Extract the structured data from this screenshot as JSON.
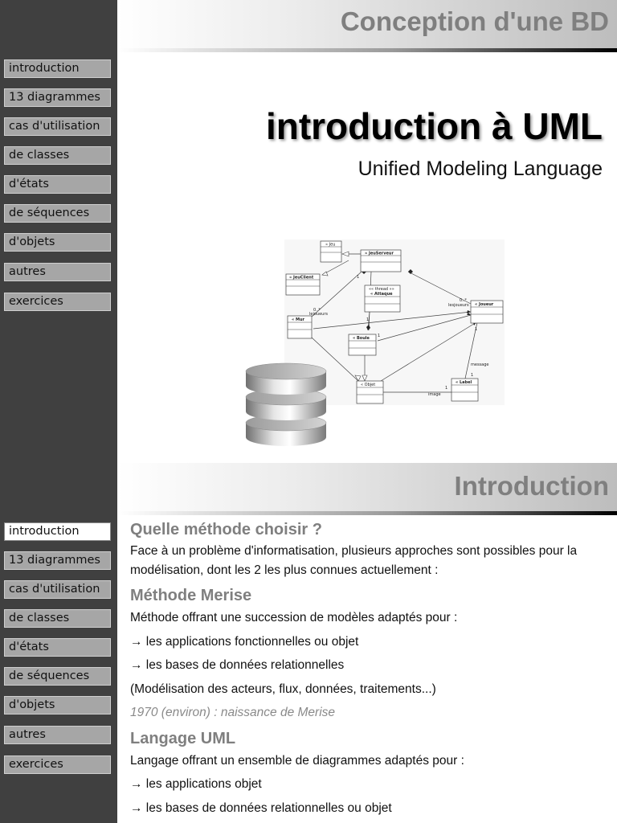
{
  "slide1": {
    "header_title": "Conception d'une BD",
    "title": "introduction à UML",
    "subtitle": "Unified Modeling Language",
    "nav": [
      {
        "label": "introduction"
      },
      {
        "label": "13 diagrammes"
      },
      {
        "label": "cas d'utilisation"
      },
      {
        "label": "de classes"
      },
      {
        "label": "d'états"
      },
      {
        "label": "de séquences"
      },
      {
        "label": "d'objets"
      },
      {
        "label": "autres"
      },
      {
        "label": "exercices"
      }
    ],
    "uml": {
      "classes": {
        "jeu": "« Jeu",
        "jeuserveur": "« JeuServeur",
        "jeuclient": "« JeuClient",
        "attaque_stereo": "«« thread »»",
        "attaque": "« Attaque",
        "joueur": "« Joueur",
        "mur": "« Mur",
        "boule": "« Boule",
        "objet": "« Objet",
        "label": "« Label"
      },
      "annotations": {
        "lejoueurs_left": "lejoueurs",
        "mult_0n_left": "0..*",
        "lesjoueurs_right": "lesjoueurs",
        "mult_0n_right": "0..*",
        "message": "message",
        "image": "image",
        "one_a": "1",
        "one_b": "1",
        "one_c": "1",
        "one_d": "1",
        "one_e": "1",
        "one_f": "1"
      }
    }
  },
  "slide2": {
    "header_title": "Introduction",
    "active_index": 0,
    "nav": [
      {
        "label": "introduction"
      },
      {
        "label": "13 diagrammes"
      },
      {
        "label": "cas d'utilisation"
      },
      {
        "label": "de classes"
      },
      {
        "label": "d'états"
      },
      {
        "label": "de séquences"
      },
      {
        "label": "d'objets"
      },
      {
        "label": "autres"
      },
      {
        "label": "exercices"
      }
    ],
    "section1_title": "Quelle méthode choisir ?",
    "section1_text": "Face à un problème d'informatisation, plusieurs approches sont possibles pour la modélisation, dont les 2 les plus connues actuellement :",
    "section2_title": "Méthode Merise",
    "section2_intro": "Méthode offrant une succession de modèles adaptés pour :",
    "section2_item1": "→ les applications fonctionnelles ou objet",
    "section2_item2": "→ les bases de données relationnelles",
    "section2_note": "(Modélisation des acteurs, flux, données, traitements...)",
    "section2_date": "1970 (environ) : naissance de Merise",
    "section3_title": "Langage UML",
    "section3_intro": "Langage offrant un ensemble de diagrammes adaptés pour :",
    "section3_item1": "→ les applications objet",
    "section3_item2": "→ les bases de données relationnelles ou objet"
  }
}
